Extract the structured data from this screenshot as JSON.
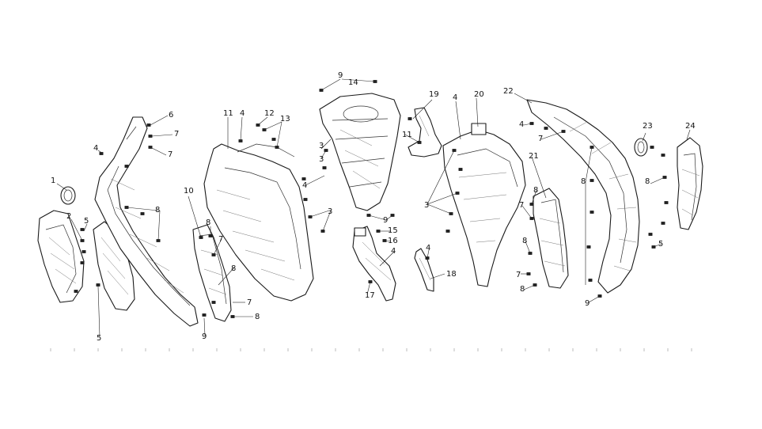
{
  "colors": {
    "line": "#1a1a1a",
    "background": "#ffffff"
  },
  "callouts": [
    "1",
    "2",
    "5",
    "5",
    "6",
    "7",
    "7",
    "4",
    "8",
    "10",
    "8",
    "7",
    "8",
    "7",
    "8",
    "9",
    "11",
    "4",
    "12",
    "13",
    "3",
    "4",
    "3",
    "9",
    "14",
    "9",
    "3",
    "15",
    "16",
    "4",
    "17",
    "4",
    "18",
    "19",
    "11",
    "4",
    "20",
    "3",
    "21",
    "8",
    "7",
    "8",
    "7",
    "8",
    "22",
    "4",
    "7",
    "8",
    "23",
    "24",
    "8",
    "5",
    "9"
  ]
}
